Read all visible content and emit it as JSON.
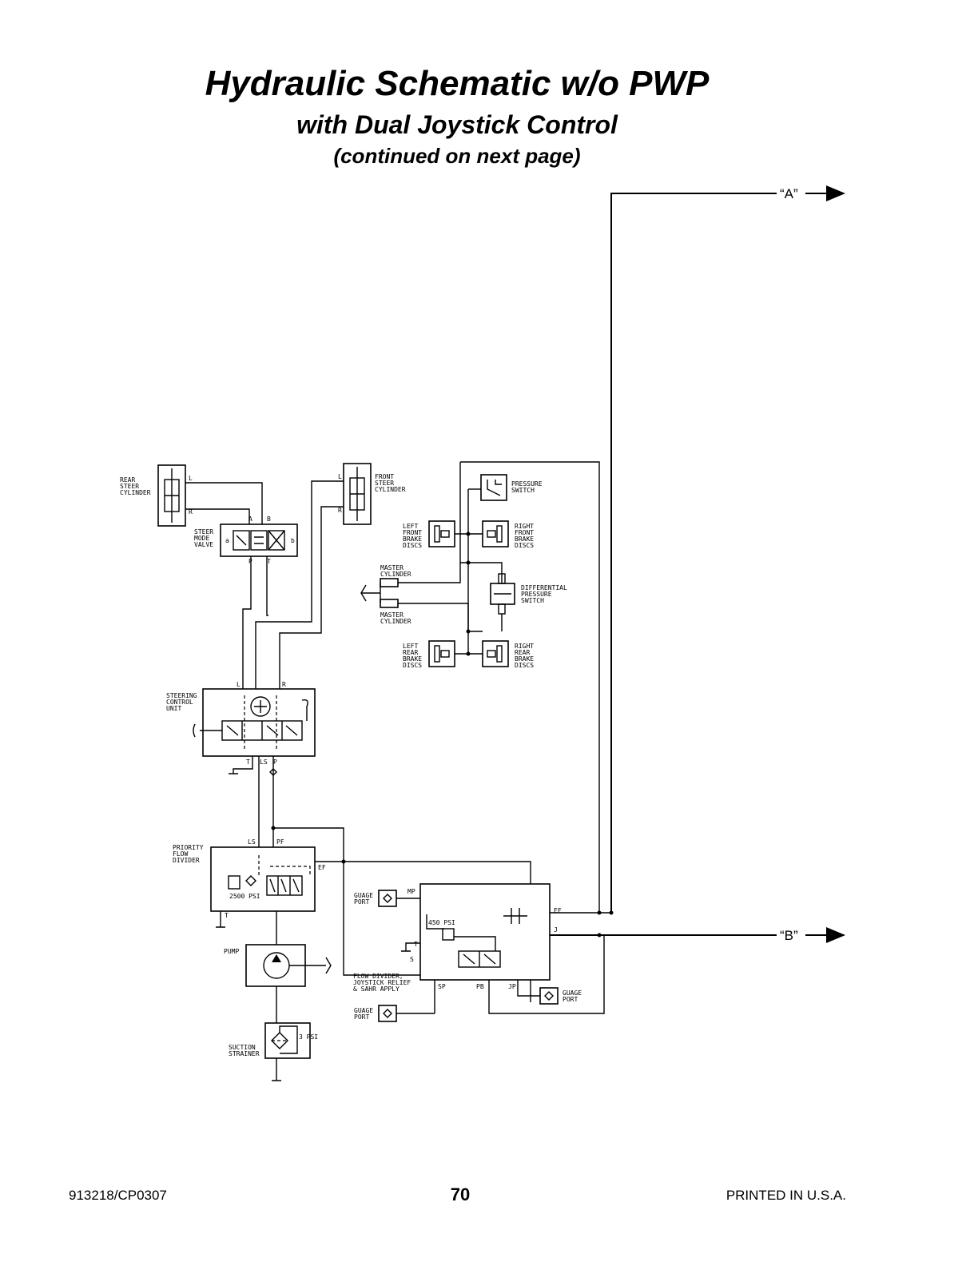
{
  "title": "Hydraulic Schematic w/o PWP",
  "subtitle": "with Dual Joystick Control",
  "note": "(continued on next page)",
  "connectors": {
    "a": "“A”",
    "b": "“B”"
  },
  "components": {
    "rear_steer": [
      "REAR",
      "STEER",
      "CYLINDER"
    ],
    "front_steer": [
      "FRONT",
      "STEER",
      "CYLINDER"
    ],
    "steer_mode": [
      "STEER",
      "MODE",
      "VALVE"
    ],
    "pressure_switch": [
      "PRESSURE",
      "SWITCH"
    ],
    "left_front": [
      "LEFT",
      "FRONT",
      "BRAKE",
      "DISCS"
    ],
    "right_front": [
      "RIGHT",
      "FRONT",
      "BRAKE",
      "DISCS"
    ],
    "master_cyl_1": [
      "MASTER",
      "CYLINDER"
    ],
    "master_cyl_2": [
      "MASTER",
      "CYLINDER"
    ],
    "diff_switch": [
      "DIFFERENTIAL",
      "PRESSURE",
      "SWITCH"
    ],
    "left_rear": [
      "LEFT",
      "REAR",
      "BRAKE",
      "DISCS"
    ],
    "right_rear": [
      "RIGHT",
      "REAR",
      "BRAKE",
      "DISCS"
    ],
    "scu": [
      "STEERING",
      "CONTROL",
      "UNIT"
    ],
    "priority": [
      "PRIORITY",
      "FLOW",
      "DIVIDER"
    ],
    "gauge_1": [
      "GUAGE",
      "PORT"
    ],
    "gauge_2": [
      "GUAGE",
      "PORT"
    ],
    "gauge_3": [
      "GUAGE",
      "PORT"
    ],
    "flow_divider": [
      "FLOW DIVIDER,",
      "JOYSTICK RELIEF",
      "& SAHR APPLY"
    ],
    "pump": [
      "PUMP"
    ],
    "strainer": [
      "SUCTION",
      "STRAINER"
    ]
  },
  "ports": {
    "rear_l": "L",
    "rear_r": "R",
    "front_l": "L",
    "front_r": "R",
    "smv_a": "A",
    "smv_b": "B",
    "smv_a2": "a",
    "smv_b2": "b",
    "smv_p": "P",
    "smv_t": "T",
    "scu_l": "L",
    "scu_r": "R",
    "scu_t": "T",
    "scu_ls": "LS",
    "scu_p": "P",
    "pfd_ls": "LS",
    "pfd_pf": "PF",
    "pfd_ef": "EF",
    "pfd_t": "T",
    "fd_mp": "MP",
    "fd_ef": "EF",
    "fd_j": "J",
    "fd_t": "T",
    "fd_s": "S",
    "fd_sp": "SP",
    "fd_pb": "PB",
    "fd_jp": "JP"
  },
  "ratings": {
    "priority_relief": "2500 PSI",
    "joystick_relief": "450 PSI",
    "strainer": "3 PSI"
  },
  "footer": {
    "left": "913218/CP0307",
    "page": "70",
    "right": "PRINTED IN U.S.A."
  }
}
